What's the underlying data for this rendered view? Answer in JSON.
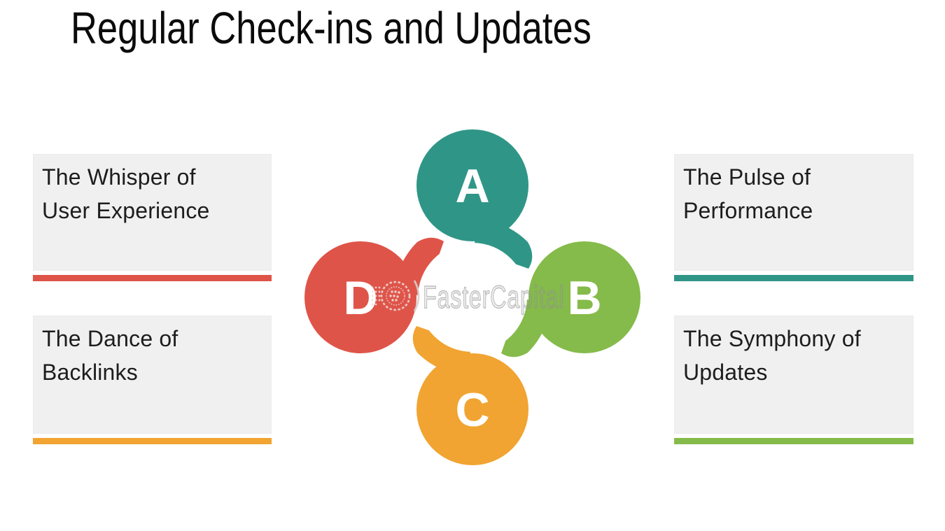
{
  "slide": {
    "title": "Regular Check-ins and Updates",
    "background_color": "#ffffff",
    "card_background_color": "#f0f0f1"
  },
  "watermark": {
    "text": "FasterCapital"
  },
  "diagram": {
    "type": "cycle",
    "nodes": [
      {
        "label": "A",
        "color": "#2F9687",
        "position": "top"
      },
      {
        "label": "B",
        "color": "#85BB4A",
        "position": "right"
      },
      {
        "label": "C",
        "color": "#F1A431",
        "position": "bottom"
      },
      {
        "label": "D",
        "color": "#DF5449",
        "position": "left"
      }
    ],
    "center_color": "#ffffff"
  },
  "cards": [
    {
      "lines": [
        "The Whisper of",
        "User Experience"
      ],
      "accent_color": "#DF5449",
      "position": "top-left"
    },
    {
      "lines": [
        "The Dance of",
        "Backlinks"
      ],
      "accent_color": "#F1A431",
      "position": "bottom-left"
    },
    {
      "lines": [
        "The Pulse of",
        "Performance"
      ],
      "accent_color": "#2F9687",
      "position": "top-right"
    },
    {
      "lines": [
        "The Symphony of",
        "Updates"
      ],
      "accent_color": "#85BB4A",
      "position": "bottom-right"
    }
  ]
}
